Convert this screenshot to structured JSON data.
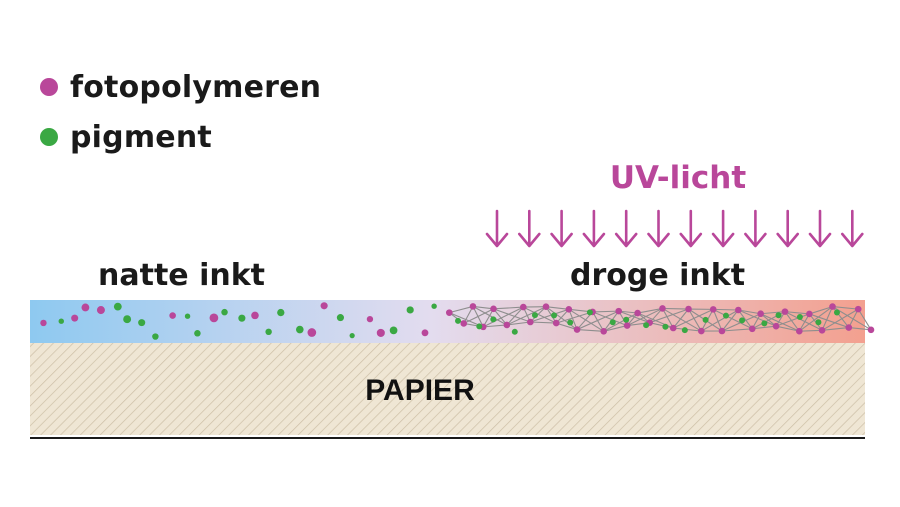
{
  "legend": {
    "photopolymer": {
      "label": "fotopolymeren",
      "color": "#b9479a"
    },
    "pigment": {
      "label": "pigment",
      "color": "#3aa843"
    }
  },
  "uv": {
    "label": "UV-licht",
    "color": "#b9479a",
    "arrow_count": 12
  },
  "wet_ink": {
    "label": "natte inkt",
    "color": "#8ec9f0"
  },
  "dry_ink": {
    "label": "droge inkt",
    "color": "#f3a08f"
  },
  "paper": {
    "label": "PAPIER",
    "color": "#efe6d4",
    "hatch_color": "#cdbfa6"
  },
  "network_color": "#8e8e8e",
  "baseline_color": "#1a1a1a"
}
